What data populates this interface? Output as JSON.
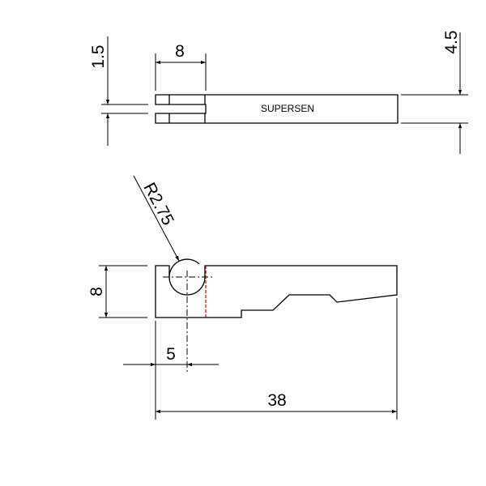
{
  "top_view": {
    "label": "SUPERSEN",
    "dim_thickness": "1.5",
    "dim_slot_length": "8",
    "dim_height": "4.5"
  },
  "side_view": {
    "dim_radius": "R2.75",
    "dim_height": "8",
    "dim_slot_offset": "5",
    "dim_length": "38"
  },
  "colors": {
    "line": "#000000",
    "hidden_edge": "#d00000"
  }
}
